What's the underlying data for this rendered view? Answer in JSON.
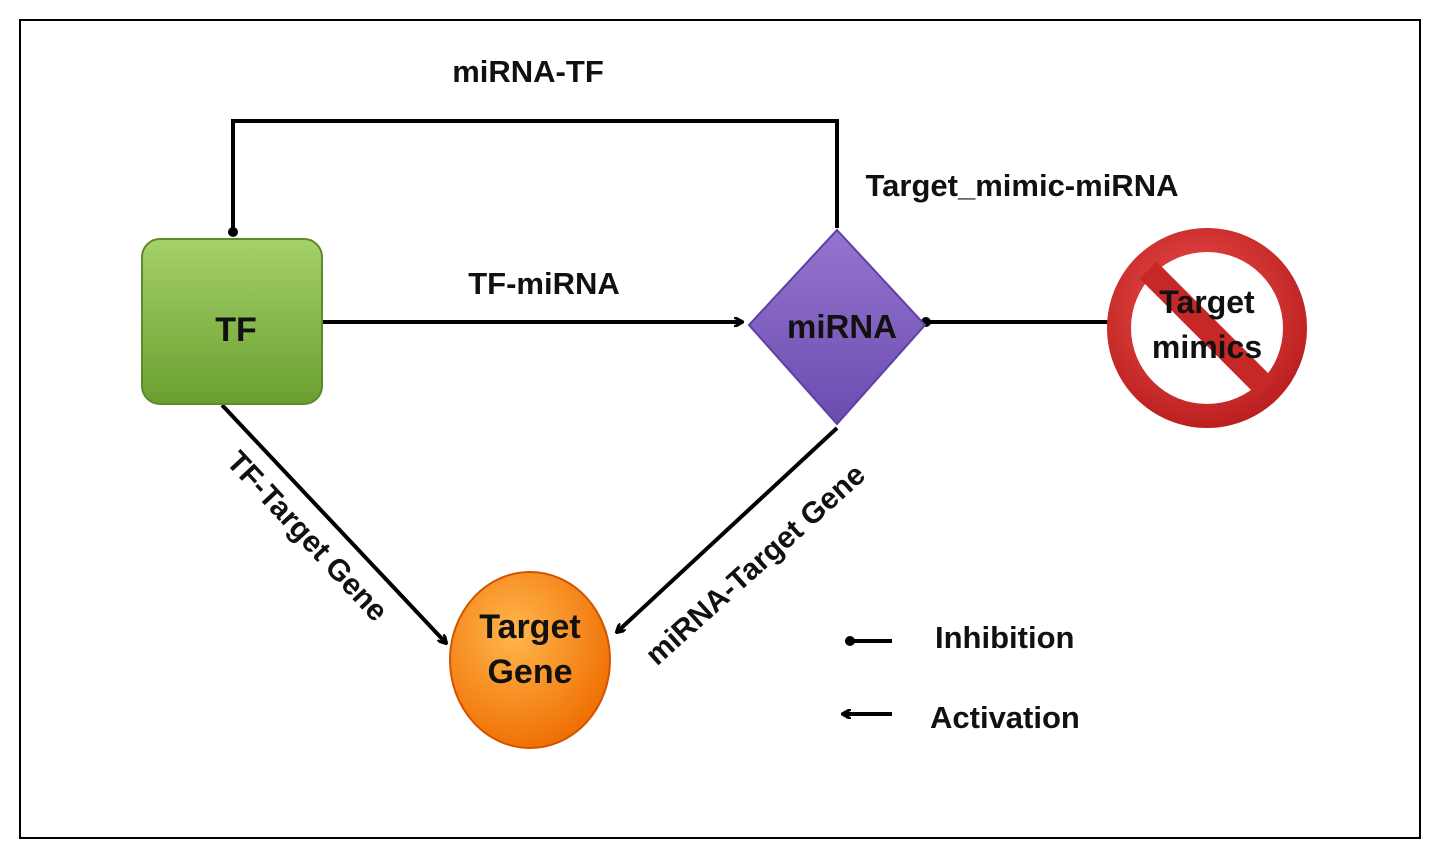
{
  "nodes": {
    "tf": {
      "label": "TF",
      "color": "#7cb342"
    },
    "mirna": {
      "label": "miRNA",
      "color": "#7e57c2"
    },
    "target_gene": {
      "label_line1": "Target",
      "label_line2": "Gene",
      "color": "#f57c00"
    },
    "target_mimics": {
      "label_line1": "Target",
      "label_line2": "mimics",
      "color": "#d32f2f"
    }
  },
  "edges": {
    "mirna_tf": {
      "label": "miRNA-TF",
      "type": "Inhibition"
    },
    "tf_mirna": {
      "label": "TF-miRNA",
      "type": "Activation"
    },
    "target_mimic_mirna": {
      "label": "Target_mimic-miRNA",
      "type": "Inhibition"
    },
    "tf_target_gene": {
      "label": "TF-Target Gene",
      "type": "Activation"
    },
    "mirna_target_gene": {
      "label": "miRNA-Target Gene",
      "type": "Activation"
    }
  },
  "legend": {
    "inhibition": "Inhibition",
    "activation": "Activation"
  }
}
